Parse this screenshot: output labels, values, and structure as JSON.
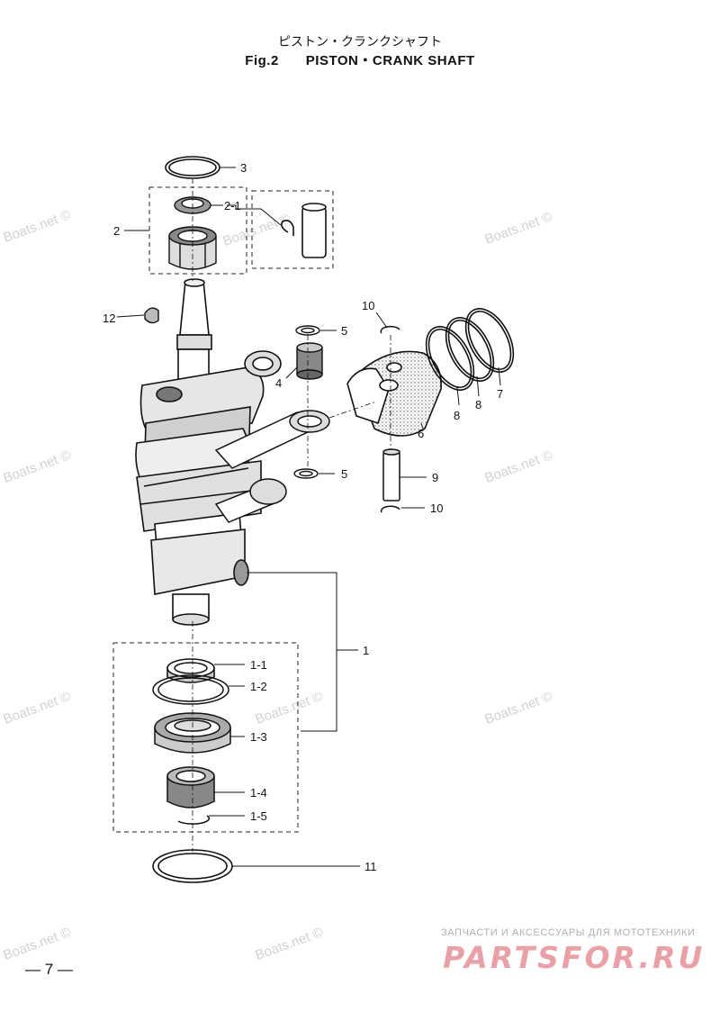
{
  "title": {
    "japanese": "ピストン・クランクシャフト",
    "figure_number": "Fig.2",
    "english": "PISTON・CRANK SHAFT"
  },
  "callouts": {
    "c1": "1",
    "c1_1": "1-1",
    "c1_2": "1-2",
    "c1_3": "1-3",
    "c1_4": "1-4",
    "c1_5": "1-5",
    "c2": "2",
    "c2_1": "2-1",
    "c3": "3",
    "c4": "4",
    "c5a": "5",
    "c5b": "5",
    "c6": "6",
    "c7": "7",
    "c8a": "8",
    "c8b": "8",
    "c9": "9",
    "c10a": "10",
    "c10b": "10",
    "c11": "11",
    "c12": "12"
  },
  "watermarks": [
    "Boats.net ©",
    "Boats.net ©",
    "Boats.net ©",
    "Boats.net ©",
    "Boats.net ©",
    "Boats.net ©",
    "Boats.net ©",
    "Boats.net ©",
    "Boats.net ©",
    "Boats.net ©"
  ],
  "page_number": "— 7 —",
  "brand": {
    "subtitle": "ЗАПЧАСТИ И АКСЕССУАРЫ ДЛЯ МОТОТЕХНИКИ",
    "name": "PARTSFOR.RU"
  }
}
